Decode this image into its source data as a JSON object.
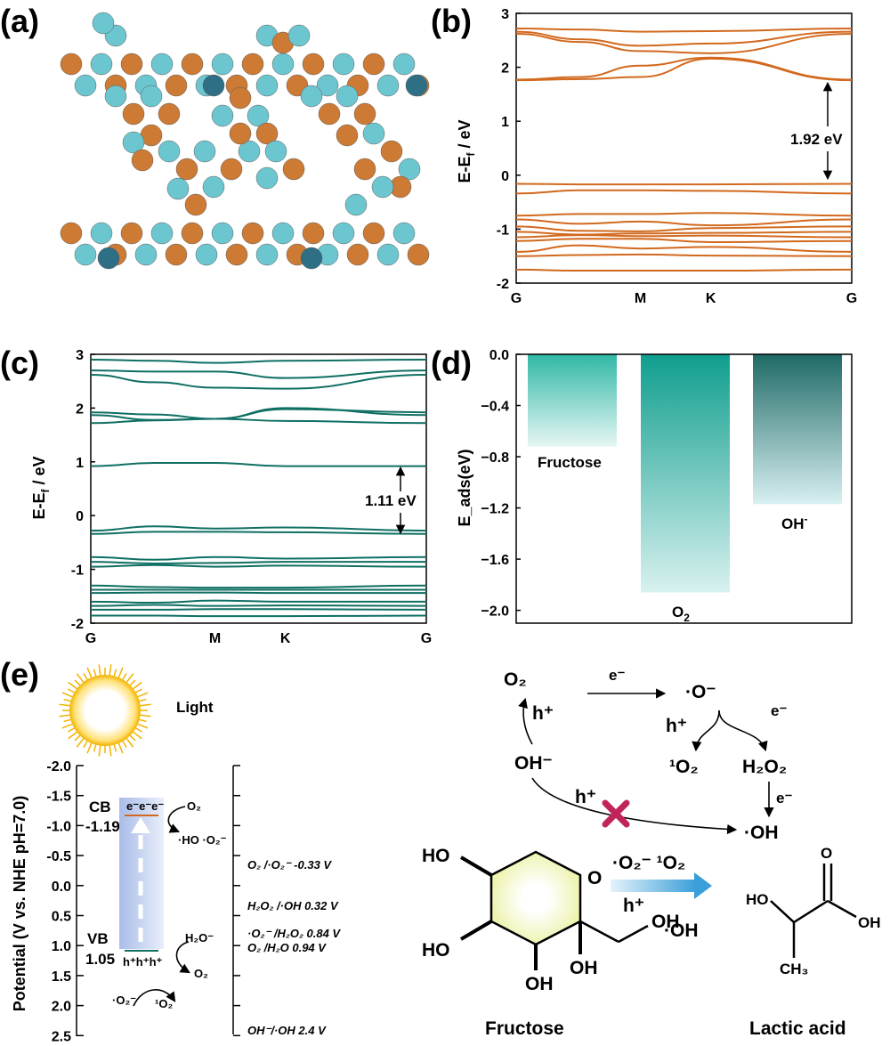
{
  "panel_labels": {
    "a": "(a)",
    "b": "(b)",
    "c": "(c)",
    "d": "(d)",
    "e": "(e)"
  },
  "colors": {
    "cu_atom": "#cc7a34",
    "light_atom": "#6cc6cf",
    "dark_atom": "#2f6f86",
    "band_b": "#d2691e",
    "band_c": "#0f6f63",
    "bar_fructose": "#31b8a6",
    "bar_o2": "#0f9e8e",
    "bar_oh": "#1f6a66",
    "cb_line": "#d2691e",
    "vb_line": "#0f6f63",
    "cross": "#c0245a",
    "arrow_blue": "#3a9fd8"
  },
  "icons": {
    "sun": "sun-icon",
    "blocked": "cross-icon"
  },
  "panel_b": {
    "ylabel_main": "E-E",
    "ylabel_sub": "f",
    "ylabel_tail": " / eV",
    "yticks": [
      "3",
      "2",
      "1",
      "0",
      "-1",
      "-2"
    ],
    "xticks": [
      "G",
      "M",
      "K",
      "G"
    ],
    "gap_label": "1.92 eV"
  },
  "panel_c": {
    "ylabel_main": "E-E",
    "ylabel_sub": "f",
    "ylabel_tail": " / eV",
    "yticks": [
      "3",
      "2",
      "1",
      "0",
      "-1",
      "-2"
    ],
    "xticks": [
      "G",
      "M",
      "K",
      "G"
    ],
    "gap_label": "1.11 eV"
  },
  "chart_data": [
    {
      "panel": "b",
      "type": "line",
      "xlabel": "",
      "ylabel": "E-Ef / eV",
      "xticks": [
        "G",
        "M",
        "K",
        "G"
      ],
      "ylim": [
        -2,
        3
      ],
      "annotation": "1.92 eV",
      "bands": [
        [
          2.72,
          2.7,
          2.66,
          2.67,
          2.72
        ],
        [
          2.66,
          2.52,
          2.4,
          2.44,
          2.66
        ],
        [
          2.62,
          2.47,
          2.3,
          2.26,
          2.62
        ],
        [
          1.77,
          1.82,
          2.03,
          2.18,
          1.77
        ],
        [
          1.76,
          1.78,
          1.82,
          2.16,
          1.76
        ],
        [
          -0.16,
          -0.17,
          -0.17,
          -0.17,
          -0.16
        ],
        [
          -0.34,
          -0.28,
          -0.28,
          -0.29,
          -0.34
        ],
        [
          -0.75,
          -0.72,
          -0.72,
          -0.7,
          -0.75
        ],
        [
          -0.82,
          -0.9,
          -0.86,
          -0.93,
          -0.82
        ],
        [
          -0.95,
          -1.03,
          -1.04,
          -0.98,
          -0.95
        ],
        [
          -1.05,
          -1.1,
          -1.08,
          -1.07,
          -1.05
        ],
        [
          -1.15,
          -1.11,
          -1.13,
          -1.12,
          -1.15
        ],
        [
          -1.22,
          -1.18,
          -1.18,
          -1.24,
          -1.22
        ],
        [
          -1.42,
          -1.3,
          -1.36,
          -1.33,
          -1.42
        ],
        [
          -1.5,
          -1.48,
          -1.47,
          -1.49,
          -1.5
        ],
        [
          -1.75,
          -1.77,
          -1.77,
          -1.77,
          -1.75
        ]
      ]
    },
    {
      "panel": "c",
      "type": "line",
      "xlabel": "",
      "ylabel": "E-Ef / eV",
      "xticks": [
        "G",
        "M",
        "K",
        "G"
      ],
      "ylim": [
        -2,
        3
      ],
      "annotation": "1.11 eV",
      "bands": [
        [
          2.9,
          2.88,
          2.84,
          2.88,
          2.9
        ],
        [
          2.7,
          2.68,
          2.68,
          2.56,
          2.7
        ],
        [
          2.62,
          2.48,
          2.38,
          2.36,
          2.62
        ],
        [
          1.92,
          1.88,
          1.8,
          1.98,
          1.92
        ],
        [
          1.87,
          1.78,
          1.8,
          2.0,
          1.87
        ],
        [
          1.72,
          1.77,
          1.8,
          1.76,
          1.72
        ],
        [
          0.92,
          0.98,
          0.98,
          0.92,
          0.92
        ],
        [
          -0.28,
          -0.2,
          -0.24,
          -0.22,
          -0.28
        ],
        [
          -0.34,
          -0.3,
          -0.3,
          -0.31,
          -0.34
        ],
        [
          -0.77,
          -0.82,
          -0.77,
          -0.8,
          -0.77
        ],
        [
          -0.86,
          -0.89,
          -0.88,
          -0.86,
          -0.86
        ],
        [
          -0.95,
          -0.92,
          -0.95,
          -0.93,
          -0.95
        ],
        [
          -1.3,
          -1.33,
          -1.34,
          -1.34,
          -1.3
        ],
        [
          -1.38,
          -1.38,
          -1.38,
          -1.38,
          -1.38
        ],
        [
          -1.44,
          -1.43,
          -1.43,
          -1.44,
          -1.44
        ],
        [
          -1.6,
          -1.62,
          -1.58,
          -1.6,
          -1.6
        ],
        [
          -1.68,
          -1.66,
          -1.68,
          -1.67,
          -1.68
        ],
        [
          -1.75,
          -1.75,
          -1.74,
          -1.74,
          -1.75
        ],
        [
          -1.86,
          -1.86,
          -1.87,
          -1.87,
          -1.86
        ]
      ]
    },
    {
      "panel": "d",
      "type": "bar",
      "categories": [
        "Fructose",
        "O2",
        "OH-"
      ],
      "values": [
        -0.72,
        -1.86,
        -1.17
      ],
      "ylabel": "E_ads(eV)",
      "yticks": [
        "0.0",
        "−0.4",
        "−0.8",
        "−1.2",
        "−1.6",
        "−2.0"
      ],
      "ylim": [
        -2.1,
        0.0
      ]
    }
  ],
  "panel_d": {
    "ylabel": "E_ads(eV)",
    "yticks": [
      "0.0",
      "−0.4",
      "−0.8",
      "−1.2",
      "−1.6",
      "−2.0"
    ],
    "bar_labels": {
      "fructose": "Fructose",
      "o2_main": "O",
      "o2_sub": "2",
      "oh_main": "OH",
      "oh_sup": "-"
    }
  },
  "panel_e": {
    "light_label": "Light",
    "ylabel": "Potential (V vs. NHE pH=7.0)",
    "yticks": [
      "-2.0",
      "-1.5",
      "-1.0",
      "-0.5",
      "0.0",
      "0.5",
      "1.0",
      "1.5",
      "2.0",
      "2.5"
    ],
    "cb_label": "CB",
    "cb_value": "-1.19",
    "vb_label": "VB",
    "vb_value": "1.05",
    "electrons": "e⁻e⁻e⁻",
    "holes": "h⁺h⁺h⁺",
    "cb_reactant": "O₂",
    "cb_products": "·HO ·O₂⁻",
    "vb_reactant": "H₂O⁻",
    "vb_product": "O₂",
    "bottom_reactant": "·O₂⁻",
    "bottom_product": "¹O₂",
    "potentials": [
      {
        "label": "O₂ /·O₂⁻ -0.33 V"
      },
      {
        "label": "H₂O₂ /·OH 0.32 V"
      },
      {
        "label": "·O₂⁻ /H₂O₂ 0.84 V"
      },
      {
        "label": "O₂ /H₂O 0.94 V"
      },
      {
        "label": "OH⁻/·OH 2.4 V"
      }
    ]
  },
  "scheme": {
    "o2": "O₂",
    "e_top": "e⁻",
    "o_radical": "·O⁻",
    "h_left": "h⁺",
    "h_mid": "h⁺",
    "e_right": "e⁻",
    "oh_minus": "OH⁻",
    "singlet_o2": "¹O₂",
    "h2o2": "H₂O₂",
    "e_down": "e⁻",
    "h_cross": "h⁺",
    "oh_radical": "·OH"
  },
  "reaction": {
    "reagents_top": "·O₂⁻  ¹O₂",
    "reagents_bottom_h": "h⁺",
    "reagents_bottom_oh": "·OH",
    "fructose_name": "Fructose",
    "lactic_name": "Lactic acid",
    "fr_ho_top": "HO",
    "fr_o": "O",
    "fr_ho_left": "HO",
    "fr_oh_bottom": "OH",
    "fr_oh_right": "OH",
    "fr_oh_chain": "OH",
    "la_o": "O",
    "la_ho": "HO",
    "la_oh": "OH",
    "la_ch3": "CH₃"
  }
}
